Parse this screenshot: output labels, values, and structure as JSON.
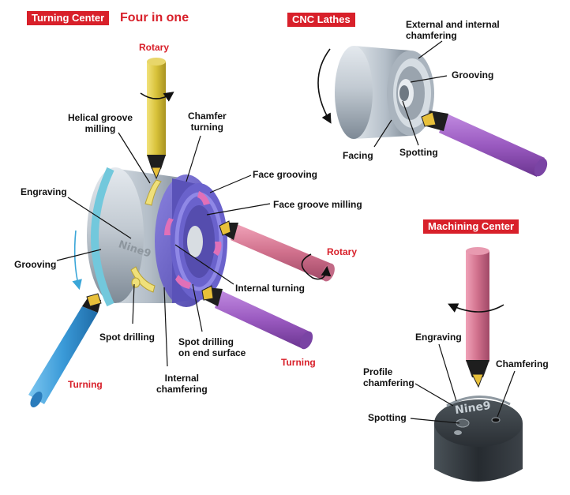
{
  "turning_center": {
    "tag": "Turning Center",
    "headline": "Four in one",
    "labels": {
      "rotary_top": "Rotary",
      "helical": "Helical groove\nmilling",
      "chamfer_turning": "Chamfer\nturning",
      "face_grooving": "Face grooving",
      "engraving": "Engraving",
      "face_groove_milling": "Face groove milling",
      "rotary_right": "Rotary",
      "grooving": "Grooving",
      "internal_turning": "Internal turning",
      "spot_drilling": "Spot drilling",
      "spot_drilling_end": "Spot drilling\non end surface",
      "turning_right": "Turning",
      "internal_chamfering": "Internal\nchamfering",
      "turning_left": "Turning"
    },
    "engraving_text": "Nine9"
  },
  "cnc_lathes": {
    "tag": "CNC Lathes",
    "labels": {
      "ext_int_chamfering": "External and internal\nchamfering",
      "grooving": "Grooving",
      "facing": "Facing",
      "spotting": "Spotting"
    }
  },
  "machining_center": {
    "tag": "Machining Center",
    "labels": {
      "engraving": "Engraving",
      "chamfering": "Chamfering",
      "profile_chamfering": "Profile\nchamfering",
      "spotting": "Spotting"
    },
    "engraving_text": "Nine9"
  },
  "colors": {
    "accent_red": "#d8202a",
    "workpiece_purple": "#6a62c8",
    "tool_yellow": "#d8c23a",
    "tool_pink": "#d0708c",
    "tool_purple": "#9a5ac0",
    "tool_blue": "#3a9ad8",
    "steel": "#b8c2ca",
    "block_dark": "#2e3338"
  }
}
